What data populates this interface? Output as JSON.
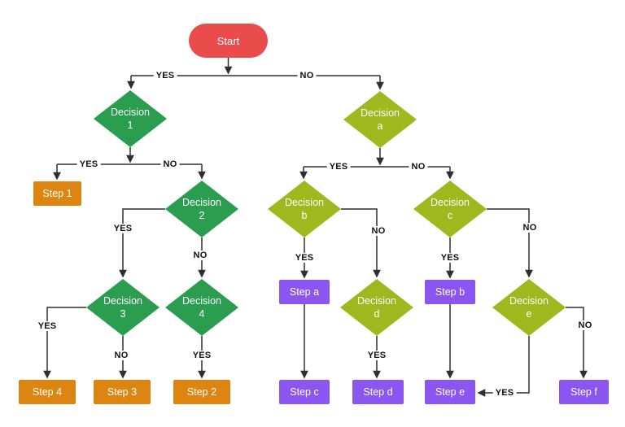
{
  "diagram": {
    "nodes": {
      "start": {
        "label": "Start"
      },
      "decision1": {
        "line1": "Decision",
        "line2": "1"
      },
      "decision2": {
        "line1": "Decision",
        "line2": "2"
      },
      "decision3": {
        "line1": "Decision",
        "line2": "3"
      },
      "decision4": {
        "line1": "Decision",
        "line2": "4"
      },
      "decisionA": {
        "line1": "Decision",
        "line2": "a"
      },
      "decisionB": {
        "line1": "Decision",
        "line2": "b"
      },
      "decisionC": {
        "line1": "Decision",
        "line2": "c"
      },
      "decisionD": {
        "line1": "Decision",
        "line2": "d"
      },
      "decisionE": {
        "line1": "Decision",
        "line2": "e"
      },
      "step1": {
        "label": "Step 1"
      },
      "step2": {
        "label": "Step 2"
      },
      "step3": {
        "label": "Step 3"
      },
      "step4": {
        "label": "Step 4"
      },
      "stepA": {
        "label": "Step a"
      },
      "stepB": {
        "label": "Step b"
      },
      "stepC": {
        "label": "Step c"
      },
      "stepD": {
        "label": "Step d"
      },
      "stepE": {
        "label": "Step e"
      },
      "stepF": {
        "label": "Step f"
      }
    },
    "edge_labels": [
      {
        "id": "start-yes",
        "label": "YES"
      },
      {
        "id": "start-no",
        "label": "NO"
      },
      {
        "id": "decision1-yes",
        "label": "YES"
      },
      {
        "id": "decision1-no",
        "label": "NO"
      },
      {
        "id": "decision2-yes",
        "label": "YES"
      },
      {
        "id": "decision2-no",
        "label": "NO"
      },
      {
        "id": "decision3-yes",
        "label": "YES"
      },
      {
        "id": "decision3-no",
        "label": "NO"
      },
      {
        "id": "decision4-yes",
        "label": "YES"
      },
      {
        "id": "decisionA-yes",
        "label": "YES"
      },
      {
        "id": "decisionA-no",
        "label": "NO"
      },
      {
        "id": "decisionB-yes",
        "label": "YES"
      },
      {
        "id": "decisionB-no",
        "label": "NO"
      },
      {
        "id": "decisionC-yes",
        "label": "YES"
      },
      {
        "id": "decisionC-no",
        "label": "NO"
      },
      {
        "id": "decisionD-yes",
        "label": "YES"
      },
      {
        "id": "decisionE-no",
        "label": "NO"
      },
      {
        "id": "decisionE-yes",
        "label": "YES"
      }
    ],
    "colors": {
      "start": "#ea4b4b",
      "decision_left": "#2a9d4f",
      "decision_right": "#9eb81e",
      "step_left": "#dd8511",
      "step_right": "#8b55f0",
      "edge": "#2f2f2f",
      "edge_label": "#111111",
      "node_text": "#ffffff",
      "background": "#ffffff"
    }
  }
}
